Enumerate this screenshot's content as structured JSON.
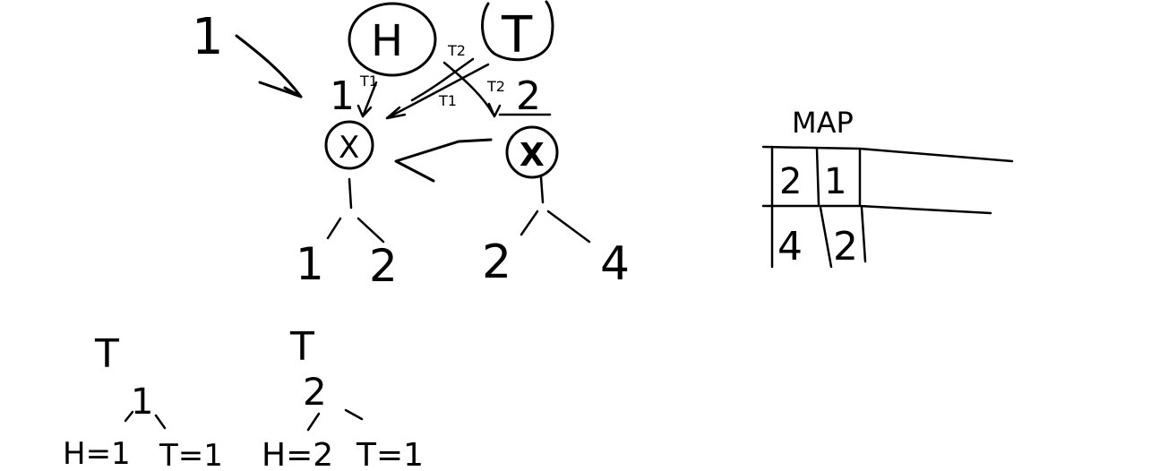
{
  "labels": {
    "top_one": "1",
    "head": "H",
    "tail": "T",
    "t2_upper": "T2",
    "t1_left": "T1",
    "t1_mid": "T1",
    "t2_right": "T2",
    "left_node_label": "1",
    "right_node_label": "2",
    "left_node_symbol": "X",
    "right_node_symbol": "X",
    "left_child_a": "1",
    "left_child_b": "2",
    "right_child_a": "2",
    "right_child_b": "4",
    "map_title": "MAP",
    "map_row1_a": "2",
    "map_row1_b": "1",
    "map_row2_a": "4",
    "map_row2_b": "2",
    "tree1_root": "T",
    "tree1_value": "1",
    "tree1_left": "H=1",
    "tree1_right": "T=1",
    "tree2_root": "T",
    "tree2_value": "2",
    "tree2_left": "H=2",
    "tree2_right": "T=1"
  },
  "colors": {
    "ink": "#000000",
    "background": "#ffffff"
  }
}
